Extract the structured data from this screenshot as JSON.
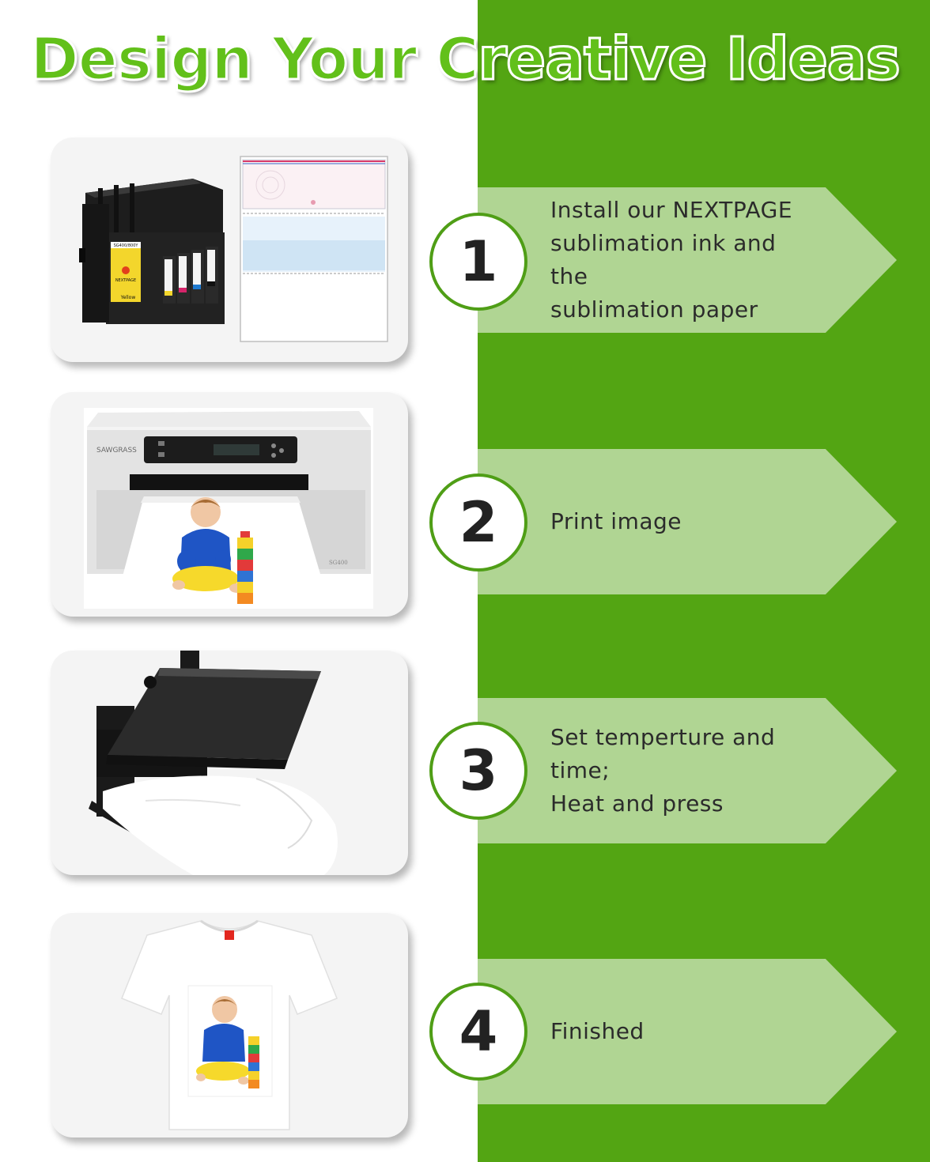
{
  "headline": "Design Your Creative Ideas",
  "colors": {
    "green_panel": "#53a513",
    "arrow": "#b0d593",
    "headline": "#62c01a"
  },
  "steps": [
    {
      "number": "1",
      "text": "Install our NEXTPAGE\nsublimation ink and the\nsublimation paper"
    },
    {
      "number": "2",
      "text": "Print image"
    },
    {
      "number": "3",
      "text": "Set temperture and time;\nHeat and press"
    },
    {
      "number": "4",
      "text": "Finished"
    }
  ],
  "images": {
    "ink": {
      "brand": "NEXTPAGE",
      "label": "Yellow",
      "model": "SG400/800Y",
      "colors": [
        "Y",
        "M",
        "C",
        "BK"
      ]
    },
    "printer": {
      "brand": "SAWGRASS",
      "model": "SG400"
    }
  }
}
